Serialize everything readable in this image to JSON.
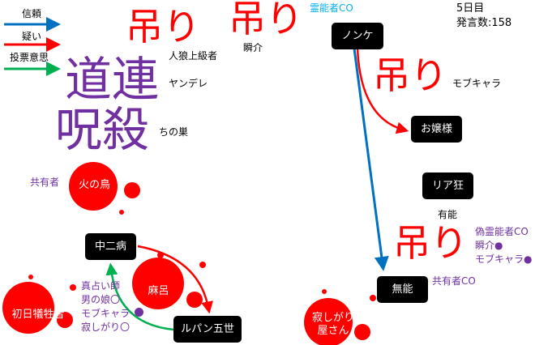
{
  "legend": {
    "trust": "信頼",
    "doubt": "疑い",
    "vote": "投票意思"
  },
  "status": {
    "day": "5日目",
    "posts": "発言数:158"
  },
  "colors": {
    "trust": "#0070c0",
    "doubt": "#ff0000",
    "vote": "#00b050",
    "note": "#7030a0",
    "medium": "#00b0f0"
  },
  "players": {
    "nonke": "ノンケ",
    "ojousama": "お嬢様",
    "riakyo": "リア狂",
    "munou": "無能",
    "sabishigari": "寂しがり\n屋さん",
    "chuni": "中二病",
    "maro": "麻呂",
    "lupin": "ルパン五世",
    "shonichi": "初日犠牲者",
    "hinotori": "火の鳥"
  },
  "hidden_players": {
    "jinro": "人狼上級者",
    "yan": "ヤンデレ",
    "chino": "ちの巣",
    "shunsuke": "瞬介",
    "mob": "モブキャラ",
    "yuunou": "有能"
  },
  "stamps": {
    "hang": "吊り",
    "michizure": "道連",
    "jusatsu": "呪殺"
  },
  "notes": {
    "medium_co": "霊能者CO",
    "kyouyuu": "共有者",
    "kyouyuu_co": "共有者CO",
    "maro_list": [
      "真占い師",
      "男の娘〇",
      "モブキャラ",
      "寂しがり〇"
    ],
    "yuunou_list": [
      "偽霊能者CO",
      "瞬介●",
      "モブキャラ●"
    ]
  }
}
